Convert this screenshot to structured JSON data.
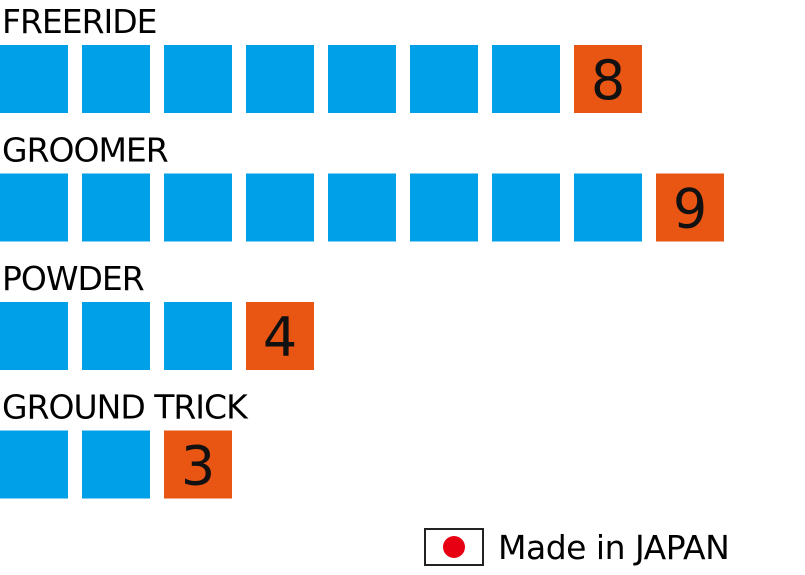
{
  "chart_data": {
    "type": "bar",
    "categories": [
      "FREERIDE",
      "GROOMER",
      "POWDER",
      "GROUND TRICK"
    ],
    "values": [
      8,
      9,
      4,
      3
    ],
    "series": [
      {
        "values": [
          8,
          9,
          4,
          3
        ]
      }
    ]
  },
  "colors": {
    "block": "#00a0e9",
    "score_block": "#e95513",
    "text": "#000000",
    "flag_disc": "#e60012"
  },
  "origin": {
    "label": "Made in JAPAN",
    "icon": "japan-flag-icon"
  }
}
